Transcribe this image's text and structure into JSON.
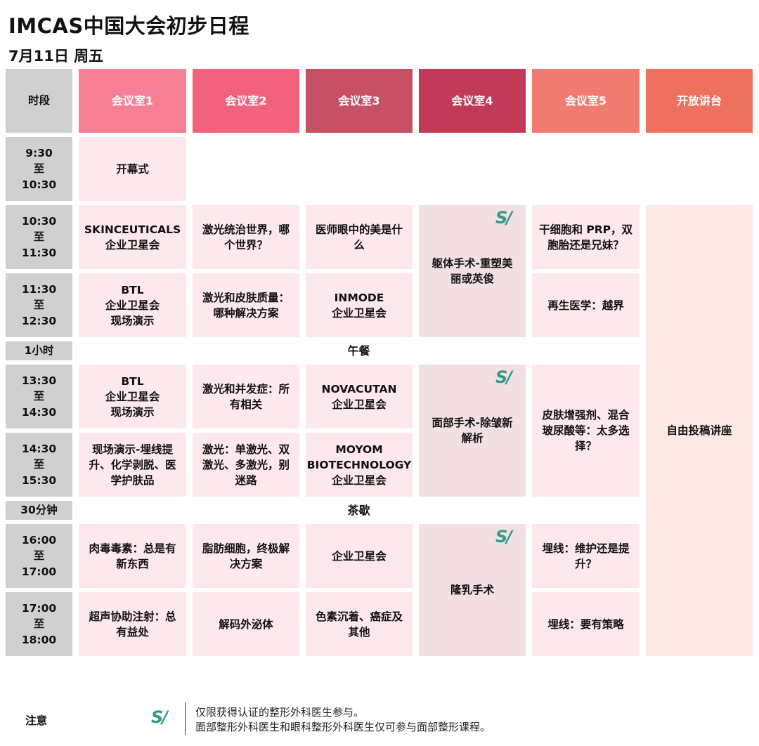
{
  "title": "IMCAS中国大会初步日程",
  "date": "7月11日 周五",
  "logo_text": "S/",
  "header": {
    "time": "时段",
    "rooms": [
      "会议室1",
      "会议室2",
      "会议室3",
      "会议室4",
      "会议室5",
      "开放讲台"
    ]
  },
  "colors": {
    "room1": "#f57f95",
    "room2": "#f2627e",
    "room3": "#c75065",
    "room4": "#c23a57",
    "room5": "#f17b71",
    "open": "#ee7160",
    "time": "#d0d0d0",
    "session": "#fde8ec",
    "room4_session": "#f3e0e3",
    "logo": "#2f9a8d"
  },
  "rows": [
    {
      "time": "9:30\n至\n10:30"
    },
    {
      "time": "10:30\n至\n11:30"
    },
    {
      "time": "11:30\n至\n12:30"
    },
    {
      "time": "1小时",
      "break": "午餐"
    },
    {
      "time": "13:30\n至\n14:30"
    },
    {
      "time": "14:30\n至\n15:30"
    },
    {
      "time": "30分钟",
      "break": "茶歇"
    },
    {
      "time": "16:00\n至\n17:00"
    },
    {
      "time": "17:00\n至\n18:00"
    }
  ],
  "sessions": {
    "opening": "开幕式",
    "r1_1030": "SKINCEUTICALS\n企业卫星会",
    "r2_1030": "激光统治世界，哪\n个世界？",
    "r3_1030": "医师眼中的美是什\n么",
    "r4_am": "躯体手术-重塑美\n丽或英俊",
    "r5_1030": "干细胞和 PRP，双\n胞胎还是兄妹？",
    "r1_1130": "BTL\n企业卫星会\n现场演示",
    "r2_1130": "激光和皮肤质量：\n哪种解决方案",
    "r3_1130": "INMODE\n企业卫星会",
    "r5_1130": "再生医学：越界",
    "r1_1330": "BTL\n企业卫星会\n现场演示",
    "r2_1330": "激光和并发症：所\n有相关",
    "r3_1330": "NOVACUTAN\n企业卫星会",
    "r4_pm": "面部手术-除皱新\n解析",
    "r5_pm": "皮肤增强剂、混合\n玻尿酸等：太多选\n择？",
    "r1_1430": "现场演示-埋线提\n升、化学剥脱、医\n学护肤品",
    "r2_1430": "激光：单激光、双\n激光、多激光，别\n迷路",
    "r3_1430": "MOYOM\nBIOTECHNOLOGY\n企业卫星会",
    "r1_1600": "肉毒毒素：总是有\n新东西",
    "r2_1600": "脂肪细胞，终极解\n决方案",
    "r3_1600": "企业卫星会",
    "r4_late": "隆乳手术",
    "r5_1600": "埋线：维护还是提\n升？",
    "r1_1700": "超声协助注射：总\n有益处",
    "r2_1700": "解码外泌体",
    "r3_1700": "色素沉着、癌症及\n其他",
    "r5_1700": "埋线：要有策略",
    "open": "自由投稿讲座"
  },
  "note": {
    "label": "注意",
    "line1": "仅限获得认证的整形外科医生参与。",
    "line2": "面部整形外科医生和眼科整形外科医生仅可参与面部整形课程。"
  }
}
